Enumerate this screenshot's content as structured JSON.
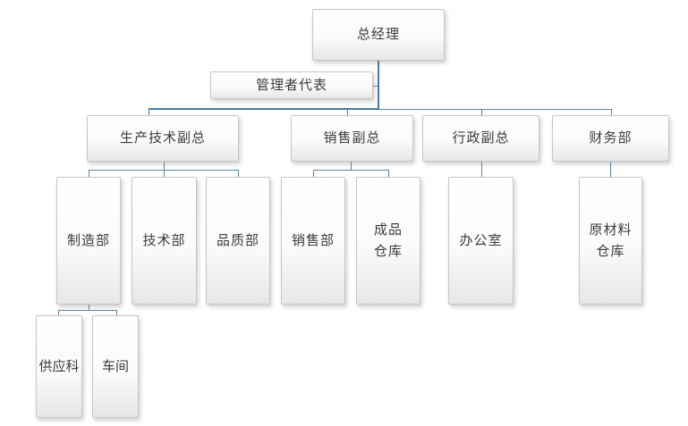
{
  "diagram": {
    "type": "org-chart",
    "nodes": {
      "general_manager": {
        "label": "总经理"
      },
      "management_representative": {
        "label": "管理者代表"
      },
      "production_tech_vp": {
        "label": "生产技术副总"
      },
      "sales_vp": {
        "label": "销售副总"
      },
      "admin_vp": {
        "label": "行政副总"
      },
      "finance_dept": {
        "label": "财务部"
      },
      "manufacturing_dept": {
        "label": "制造部"
      },
      "technology_dept": {
        "label": "技术部"
      },
      "quality_dept": {
        "label": "品质部"
      },
      "sales_dept": {
        "label": "销售部"
      },
      "finished_goods_warehouse": {
        "label": "成品\n仓库"
      },
      "office": {
        "label": "办公室"
      },
      "raw_material_warehouse": {
        "label": "原材料\n仓库"
      },
      "supply_section": {
        "label": "供应科"
      },
      "workshop": {
        "label": "车间"
      }
    },
    "hierarchy": [
      {
        "from": "总经理",
        "to": "管理者代表",
        "type": "assistant"
      },
      {
        "from": "总经理",
        "to": "生产技术副总"
      },
      {
        "from": "总经理",
        "to": "销售副总"
      },
      {
        "from": "总经理",
        "to": "行政副总"
      },
      {
        "from": "总经理",
        "to": "财务部"
      },
      {
        "from": "生产技术副总",
        "to": "制造部"
      },
      {
        "from": "生产技术副总",
        "to": "技术部"
      },
      {
        "from": "生产技术副总",
        "to": "品质部"
      },
      {
        "from": "销售副总",
        "to": "销售部"
      },
      {
        "from": "销售副总",
        "to": "成品仓库"
      },
      {
        "from": "行政副总",
        "to": "办公室"
      },
      {
        "from": "财务部",
        "to": "原材料仓库"
      },
      {
        "from": "制造部",
        "to": "供应科"
      },
      {
        "from": "制造部",
        "to": "车间"
      }
    ],
    "colors": {
      "connector": "#5b85a8",
      "connector_dark": "#4a78a0",
      "box_border": "#c6c6c6",
      "box_fill_top": "#ffffff",
      "box_fill_bottom": "#e7e7e7",
      "text": "#3b3b3b",
      "background": "#ffffff"
    }
  }
}
